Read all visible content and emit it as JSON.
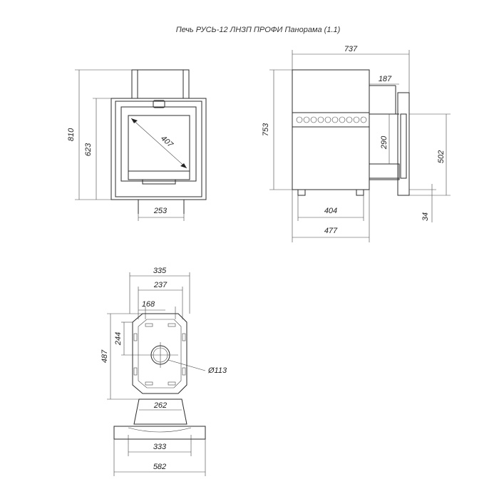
{
  "title": "Печь РУСЬ-12 ЛНЗП ПРОФИ Панорама (1.1)",
  "front_view": {
    "height_total": "810",
    "height_door": "623",
    "glass_diagonal": "407",
    "bottom_width": "253"
  },
  "side_view": {
    "width_total": "737",
    "height": "753",
    "offset_top": "187",
    "height_mid": "290",
    "height_right": "502",
    "width_base": "404",
    "depth": "477",
    "leg": "34"
  },
  "top_view": {
    "width_outer": "335",
    "width_inner": "237",
    "width_hole": "168",
    "height_total": "487",
    "height_half": "244",
    "diameter": "Ø113",
    "width_bottom": "262",
    "width_base_inner": "333",
    "width_base_outer": "582"
  },
  "colors": {
    "line": "#2b2b2b",
    "text": "#222222"
  }
}
